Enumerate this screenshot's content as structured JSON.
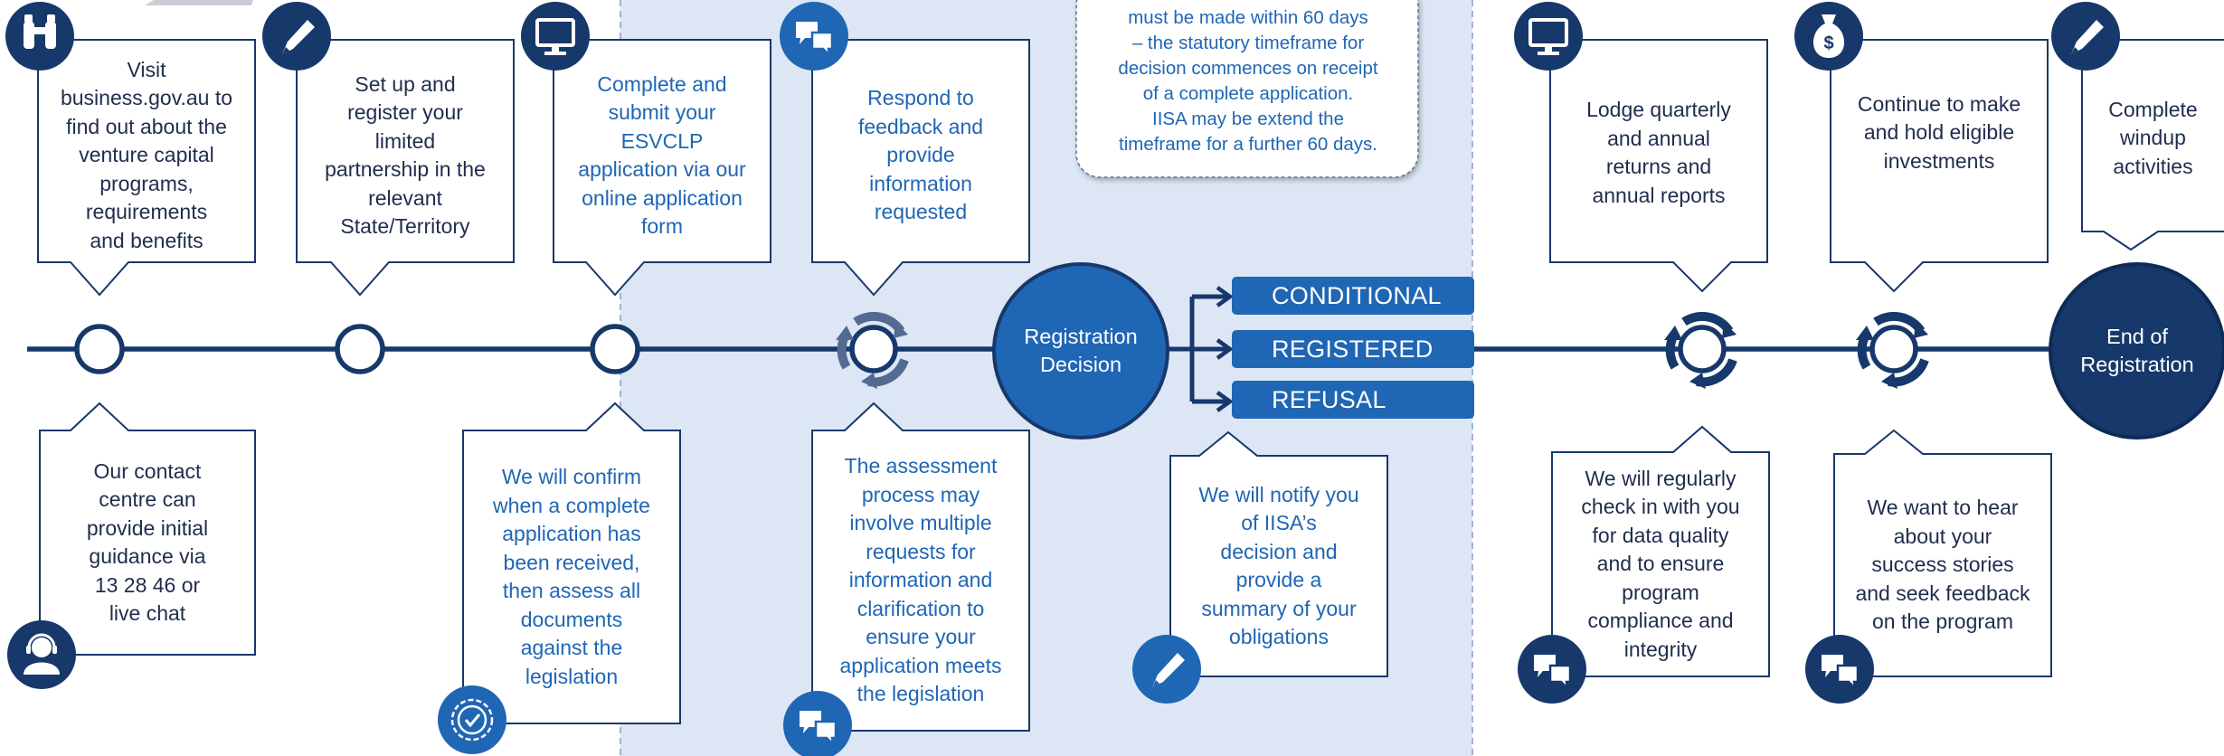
{
  "steps_top": [
    {
      "id": "visit",
      "text": "Visit\nbusiness.gov.au to\nfind out about the\nventure capital\nprograms,\nrequirements\nand benefits",
      "icon": "binoculars-icon"
    },
    {
      "id": "setup",
      "text": "Set up and\nregister your\nlimited\npartnership in the\nrelevant\nState/Territory",
      "icon": "pen-icon"
    },
    {
      "id": "submit",
      "text": "Complete and\nsubmit your\nESVCLP\napplication via our\nonline application\nform",
      "icon": "monitor-icon"
    },
    {
      "id": "respond",
      "text": "Respond to\nfeedback and\nprovide\ninformation\nrequested",
      "icon": "chat-icon"
    },
    {
      "id": "lodge",
      "text": "Lodge quarterly\nand annual\nreturns and\nannual reports",
      "icon": "monitor-icon"
    },
    {
      "id": "invest",
      "text": "Continue to make\nand hold eligible\ninvestments",
      "icon": "money-bag-icon"
    },
    {
      "id": "windup",
      "text": "Complete\nwindup\nactivities",
      "icon": "pen-icon"
    }
  ],
  "steps_bottom": [
    {
      "id": "contact",
      "text": "Our contact\ncentre can\nprovide initial\nguidance via\n13 28 46 or\nlive chat",
      "icon": "headset-user-icon"
    },
    {
      "id": "confirm",
      "text": "We will confirm\nwhen a complete\napplication has\nbeen received,\nthen assess all\ndocuments\nagainst the\nlegislation",
      "icon": "certificate-seal-icon"
    },
    {
      "id": "assessment",
      "text": "The assessment\nprocess may\ninvolve multiple\nrequests for\ninformation and\nclarification to\nensure your\napplication meets\nthe legislation",
      "icon": "chat-icon"
    },
    {
      "id": "notify",
      "text": "We will notify you\nof IISA’s\ndecision and\nprovide a\nsummary of your\nobligations",
      "icon": "pen-icon"
    },
    {
      "id": "checkin",
      "text": "We will regularly\ncheck in with you\nfor data quality\nand to ensure\nprogram\ncompliance and\nintegrity",
      "icon": "chat-icon"
    },
    {
      "id": "hear",
      "text": "We want to hear\nabout your\nsuccess stories\nand seek feedback\non the program",
      "icon": "chat-icon"
    }
  ],
  "note": {
    "text": "must be made within 60 days\n– the statutory timeframe for\ndecision commences on receipt\nof a complete application.\nIISA may be extend the\ntimeframe for a further 60 days."
  },
  "decision": {
    "label": "Registration\nDecision"
  },
  "outcomes": [
    "CONDITIONAL",
    "REGISTERED",
    "REFUSAL"
  ],
  "end": {
    "label": "End of\nRegistration"
  },
  "colors": {
    "navy": "#17386b",
    "blue": "#1f66b5",
    "band": "#dde6f4",
    "dark_text": "#1f2d4d"
  }
}
